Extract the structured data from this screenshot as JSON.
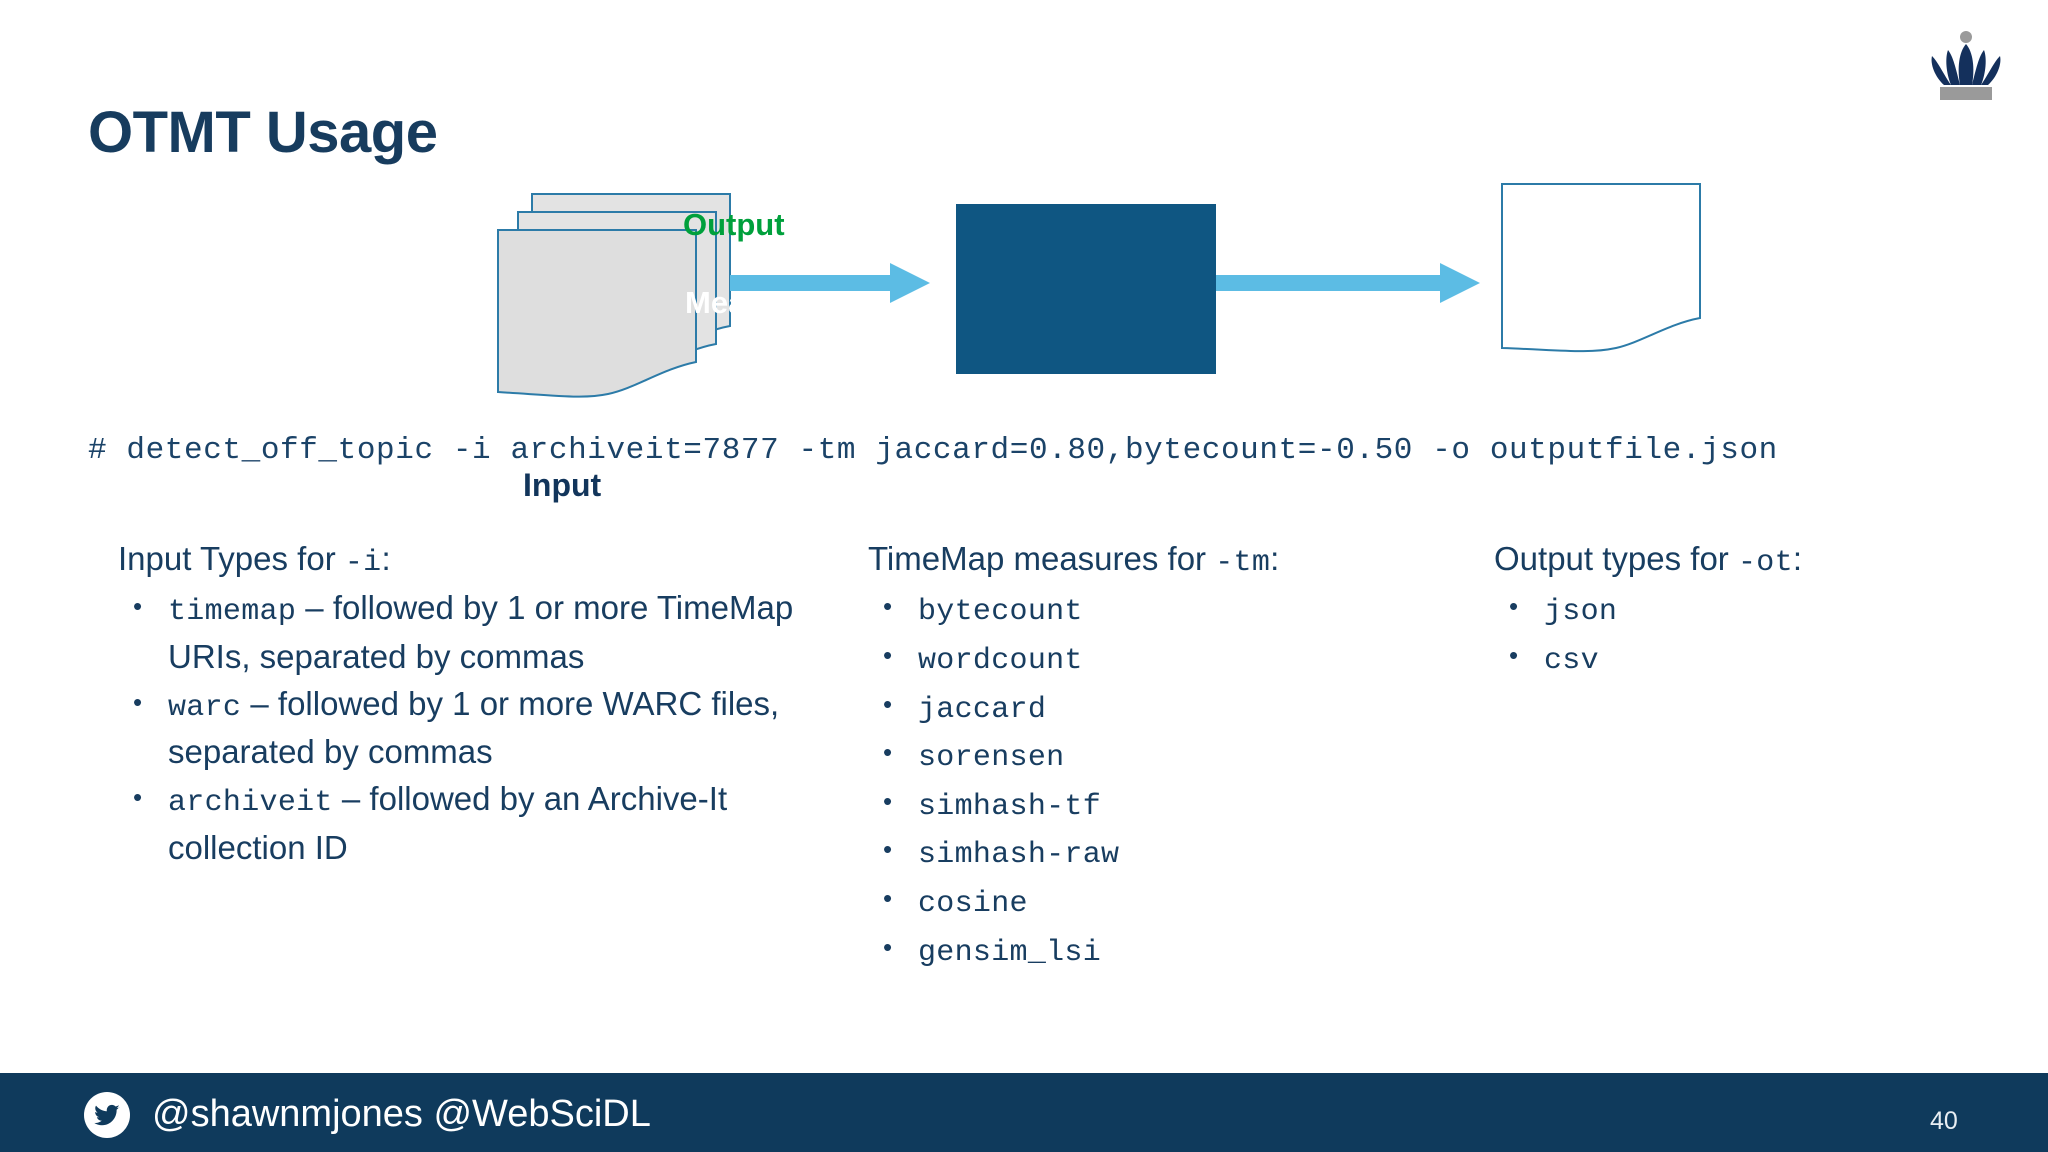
{
  "slide": {
    "title": "OTMT Usage",
    "page_number": "40",
    "logo_icon": "odu-crown-logo",
    "background_color": "#ffffff",
    "accent_navy": "#173c5e",
    "accent_arrow_blue": "#5cbce4",
    "accent_measure_fill": "#0f5682",
    "accent_output_green": "#00a03c",
    "footer_bar_color": "#0f3a5c"
  },
  "diagram": {
    "input_label": "Input",
    "measure_label": "Measure",
    "output_label": "Output",
    "arrow1_icon": "right-arrow-icon",
    "arrow2_icon": "right-arrow-icon"
  },
  "command": {
    "text": "# detect_off_topic -i archiveit=7877 -tm jaccard=0.80,bytecount=-0.50 -o outputfile.json"
  },
  "columns": [
    {
      "heading_prefix": "Input Types for ",
      "heading_code": "-i",
      "heading_suffix": ":",
      "items": [
        {
          "code": "timemap",
          "text": " – followed by 1 or more TimeMap URIs, separated by commas"
        },
        {
          "code": "warc",
          "text": " – followed by 1 or more WARC files, separated by commas"
        },
        {
          "code": "archiveit",
          "text": " – followed by an Archive-It collection ID"
        }
      ]
    },
    {
      "heading_prefix": "TimeMap measures for ",
      "heading_code": "-tm",
      "heading_suffix": ":",
      "items": [
        {
          "code": "bytecount",
          "text": ""
        },
        {
          "code": "wordcount",
          "text": ""
        },
        {
          "code": "jaccard",
          "text": ""
        },
        {
          "code": "sorensen",
          "text": ""
        },
        {
          "code": "simhash-tf",
          "text": ""
        },
        {
          "code": "simhash-raw",
          "text": ""
        },
        {
          "code": "cosine",
          "text": ""
        },
        {
          "code": "gensim_lsi",
          "text": ""
        }
      ]
    },
    {
      "heading_prefix": "Output types for ",
      "heading_code": "-ot",
      "heading_suffix": ":",
      "items": [
        {
          "code": "json",
          "text": ""
        },
        {
          "code": "csv",
          "text": ""
        }
      ]
    }
  ],
  "footer": {
    "twitter_icon": "twitter-bird-icon",
    "handles": "@shawnmjones @WebSciDL"
  }
}
